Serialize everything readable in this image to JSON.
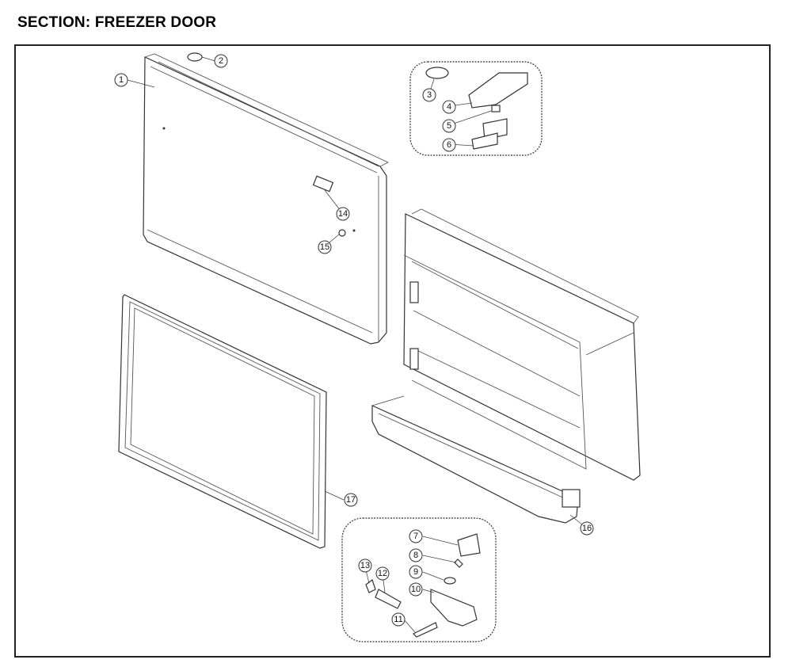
{
  "section_title": "SECTION: FREEZER DOOR",
  "callouts": [
    {
      "id": "c1",
      "label": "1"
    },
    {
      "id": "c2",
      "label": "2"
    },
    {
      "id": "c3",
      "label": "3"
    },
    {
      "id": "c4",
      "label": "4"
    },
    {
      "id": "c5",
      "label": "5"
    },
    {
      "id": "c6",
      "label": "6"
    },
    {
      "id": "c7",
      "label": "7"
    },
    {
      "id": "c8",
      "label": "8"
    },
    {
      "id": "c9",
      "label": "9"
    },
    {
      "id": "c10",
      "label": "10"
    },
    {
      "id": "c11",
      "label": "11"
    },
    {
      "id": "c12",
      "label": "12"
    },
    {
      "id": "c13",
      "label": "13"
    },
    {
      "id": "c14",
      "label": "14"
    },
    {
      "id": "c15",
      "label": "15"
    },
    {
      "id": "c16",
      "label": "16"
    },
    {
      "id": "c17",
      "label": "17"
    }
  ]
}
